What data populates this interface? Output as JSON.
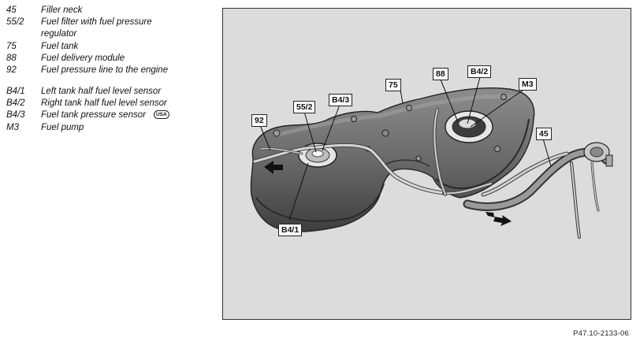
{
  "legend": [
    {
      "code": "45",
      "text": "Filler neck"
    },
    {
      "code": "55/2",
      "text": "Fuel filter with fuel pressure regulator"
    },
    {
      "code": "75",
      "text": "Fuel tank"
    },
    {
      "code": "88",
      "text": "Fuel delivery module"
    },
    {
      "code": "92",
      "text": "Fuel pressure line to the engine"
    },
    {
      "code": "B4/1",
      "text": "Left tank half fuel level sensor"
    },
    {
      "code": "B4/2",
      "text": "Right tank half fuel level sensor"
    },
    {
      "code": "B4/3",
      "text": "Fuel tank pressure sensor",
      "badge": "USA"
    },
    {
      "code": "M3",
      "text": "Fuel pump"
    }
  ],
  "callouts": {
    "c45": "45",
    "c55_2": "55/2",
    "c75": "75",
    "c88": "88",
    "c92": "92",
    "cB4_1": "B4/1",
    "cB4_2": "B4/2",
    "cB4_3": "B4/3",
    "cM3": "M3"
  },
  "figure_ref": "P47.10-2133-06"
}
